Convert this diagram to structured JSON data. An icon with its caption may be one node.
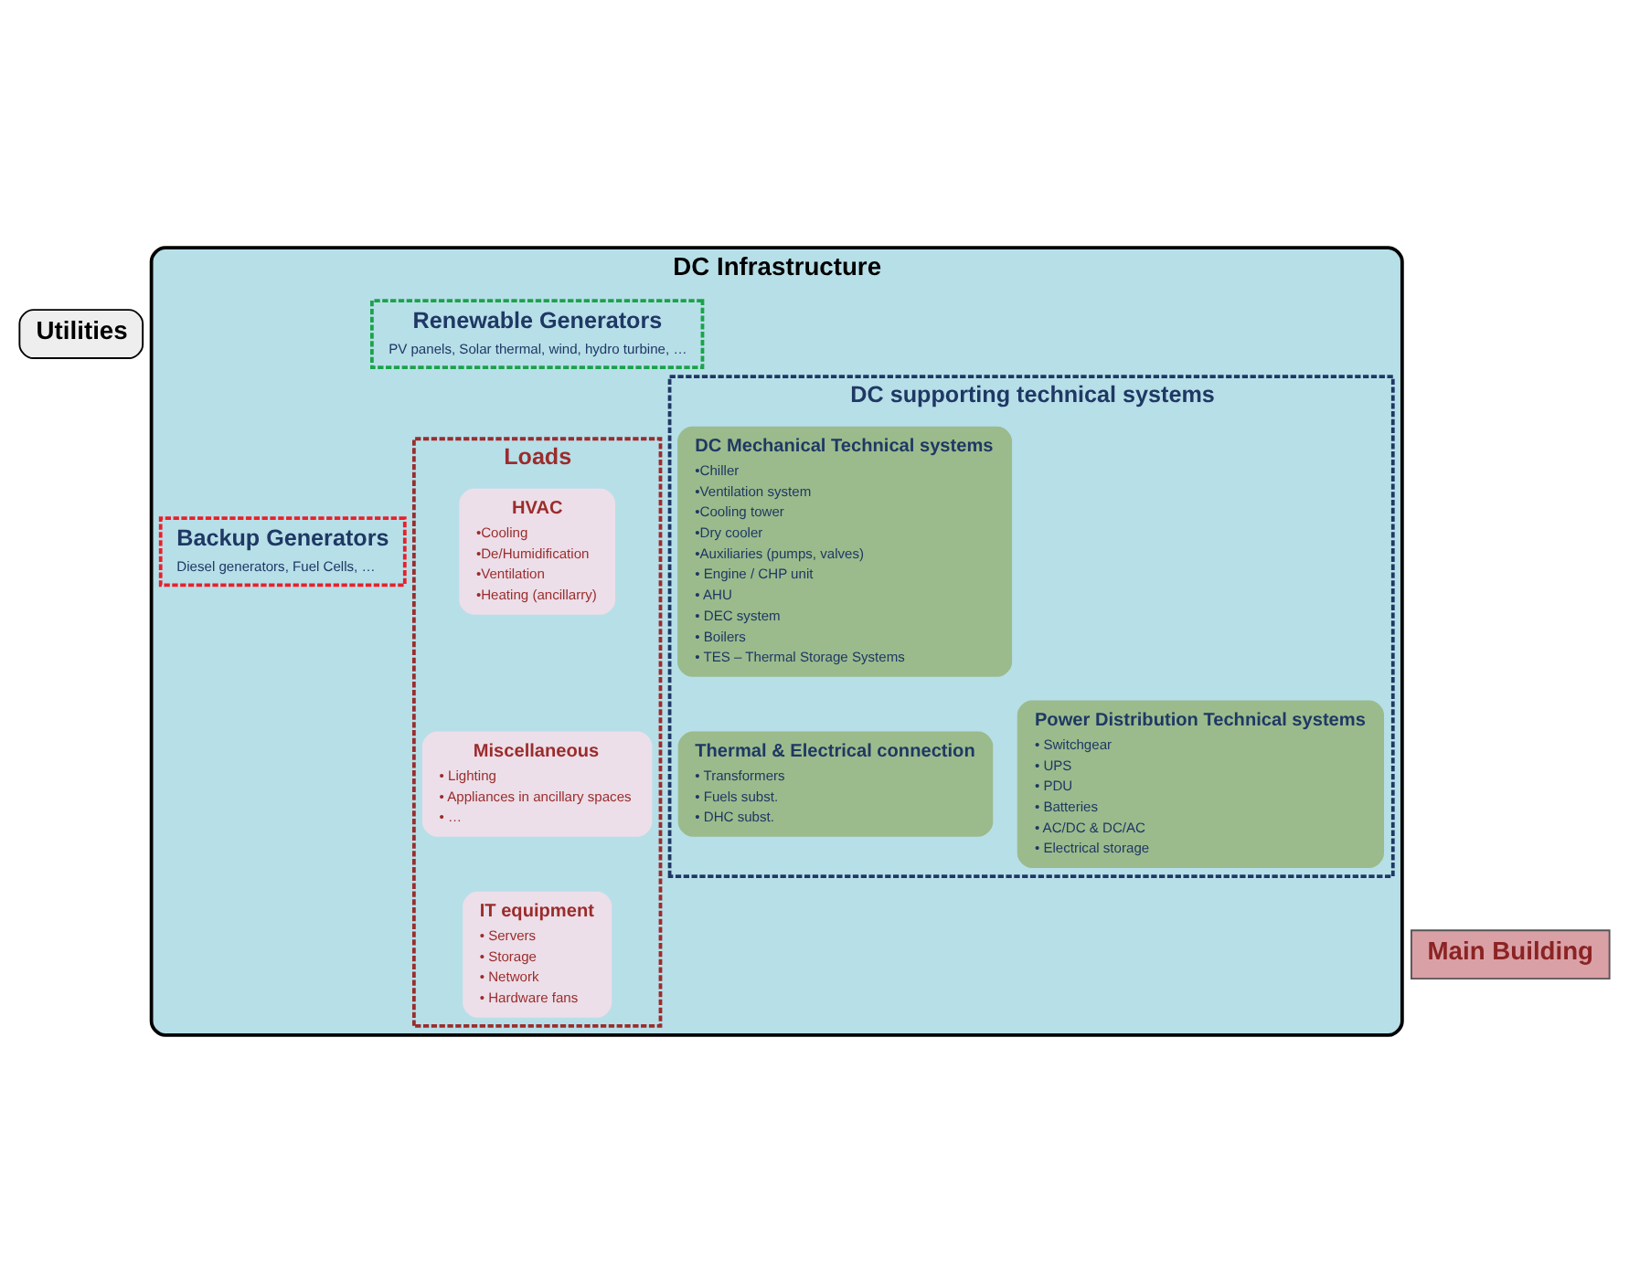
{
  "diagram": {
    "nodes": [
      {
        "text": [
          "Utilities"
        ]
      },
      {
        "text": [
          "DC Infrastructure"
        ]
      },
      {
        "text": [
          "Renewable Generators",
          "PV panels, Solar thermal, wind, hydro turbine, …"
        ],
        "in": 1
      },
      {
        "text": [
          "DC supporting technical systems"
        ],
        "in": 1
      },
      {
        "text": [
          "DC Mechanical Technical systems",
          "•Chiller",
          "•Ventilation system",
          "•Cooling tower",
          "•Dry cooler",
          "•Auxiliaries (pumps, valves)",
          "• Engine / CHP unit",
          "• AHU",
          "• DEC system",
          "• Boilers",
          "• TES – Thermal Storage Systems"
        ],
        "in": 3
      },
      {
        "text": [
          "Thermal & Electrical connection",
          "• Transformers",
          "• Fuels subst.",
          "• DHC subst."
        ],
        "in": 3
      },
      {
        "text": [
          "Power Distribution Technical systems",
          "• Switchgear",
          "• UPS",
          "• PDU",
          "• Batteries",
          "• AC/DC & DC/AC",
          "• Electrical storage"
        ],
        "in": 3
      },
      {
        "text": [
          "Backup Generators",
          "Diesel generators, Fuel Cells, …"
        ],
        "in": 1
      },
      {
        "text": [
          "Loads"
        ],
        "in": 1
      },
      {
        "text": [
          "HVAC",
          "•Cooling",
          "•De/Humidification",
          "•Ventilation",
          "•Heating (ancillarry)"
        ],
        "in": 8
      },
      {
        "text": [
          "Miscellaneous",
          "• Lighting",
          "• Appliances in ancillary spaces",
          "• …"
        ],
        "in": 8
      },
      {
        "text": [
          "IT equipment",
          "• Servers",
          "• Storage",
          "• Network",
          "• Hardware fans"
        ],
        "in": 8
      },
      {
        "text": [
          "Main Building"
        ]
      }
    ]
  }
}
